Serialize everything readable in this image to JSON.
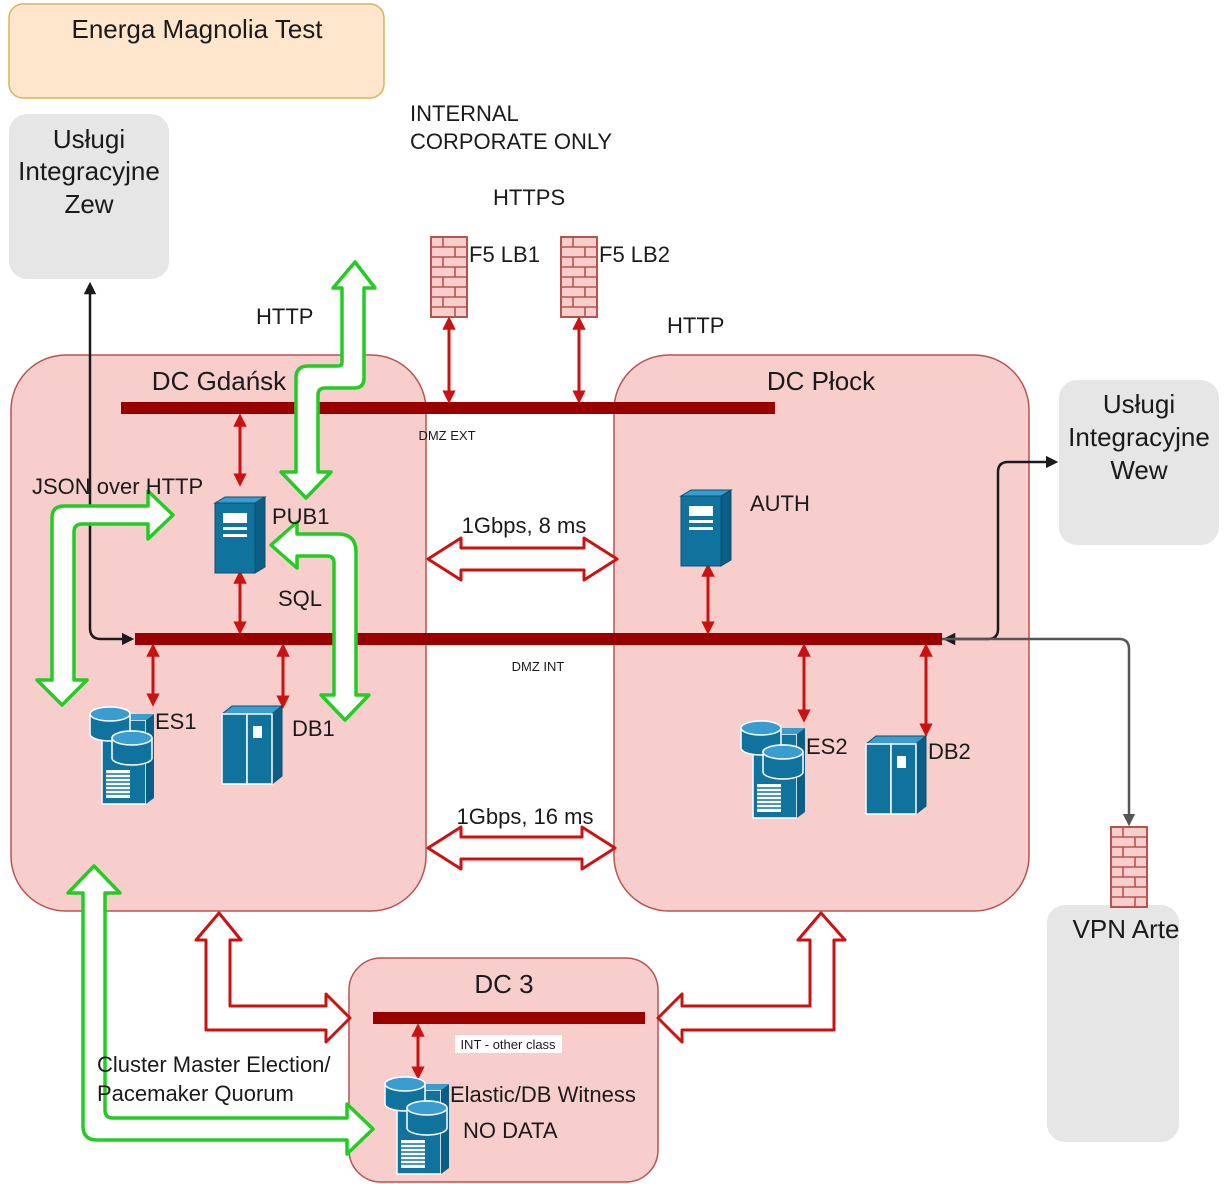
{
  "title": "Energa Magnolia Test",
  "colors": {
    "dc_fill": "#f8cecc",
    "dc_stroke": "#b85450",
    "bus": "#990000",
    "red_arrow": "#cc1111",
    "green_arrow": "#22cc22",
    "title_fill": "#ffe6cc",
    "title_stroke": "#d6b656",
    "grey_box": "#e6e6e6",
    "server_blue": "#10739e"
  },
  "external": {
    "uslugi_zew": [
      "Usługi",
      "Integracyjne",
      "Zew"
    ],
    "uslugi_wew": [
      "Usługi",
      "Integracyjne",
      "Wew"
    ],
    "vpn": "VPN Arte"
  },
  "notes": {
    "internal": [
      "INTERNAL",
      "CORPORATE ONLY"
    ],
    "https": "HTTPS",
    "http_left": "HTTP",
    "http_right": "HTTP",
    "json_over_http": "JSON over HTTP",
    "sql": "SQL",
    "link_top": "1Gbps, 8 ms",
    "link_bottom": "1Gbps, 16 ms",
    "cluster": [
      "Cluster Master Election/",
      "Pacemaker Quorum"
    ]
  },
  "datacenters": {
    "gdansk": "DC Gdańsk",
    "plock": "DC Płock",
    "dc3": "DC 3"
  },
  "buses": {
    "dmz_ext": "DMZ EXT",
    "dmz_int": "DMZ INT",
    "int_other": "INT - other class"
  },
  "firewalls": {
    "f5_lb1": "F5 LB1",
    "f5_lb2": "F5 LB2"
  },
  "nodes": {
    "pub1": "PUB1",
    "auth": "AUTH",
    "es1": "ES1",
    "db1": "DB1",
    "es2": "ES2",
    "db2": "DB2",
    "witness": "Elastic/DB Witness",
    "no_data": "NO DATA"
  },
  "icons": {
    "firewall": "firewall-icon",
    "server": "server-tower-icon",
    "database": "database-server-icon",
    "mainframe": "db-mainframe-icon"
  }
}
